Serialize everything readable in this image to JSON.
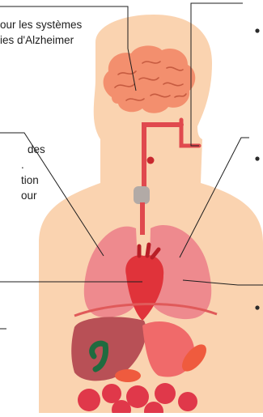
{
  "callouts": {
    "brain": {
      "lines": [
        "our les systèmes",
        "ies d'Alzheimer"
      ]
    },
    "lungs": {
      "lines": [
        "des",
        ".",
        "tion",
        "our"
      ]
    }
  },
  "colors": {
    "skin": "#fad3b0",
    "brain": "#f38f6e",
    "brain_lines": "#c65b40",
    "airway": "#e0494e",
    "airway_dot": "#c8282e",
    "thyroid": "#b2aaa6",
    "lungs": "#ee8a8e",
    "heart": "#e0333a",
    "heart_dark": "#b81f27",
    "liver": "#b85056",
    "stomach": "#f06a6a",
    "intestine": "#e0384a",
    "kidney": "#ef5b3e",
    "gallbladder": "#1f6b3f",
    "leader_lines": "#1e1e1e",
    "bullet": "#2b2b2b"
  }
}
